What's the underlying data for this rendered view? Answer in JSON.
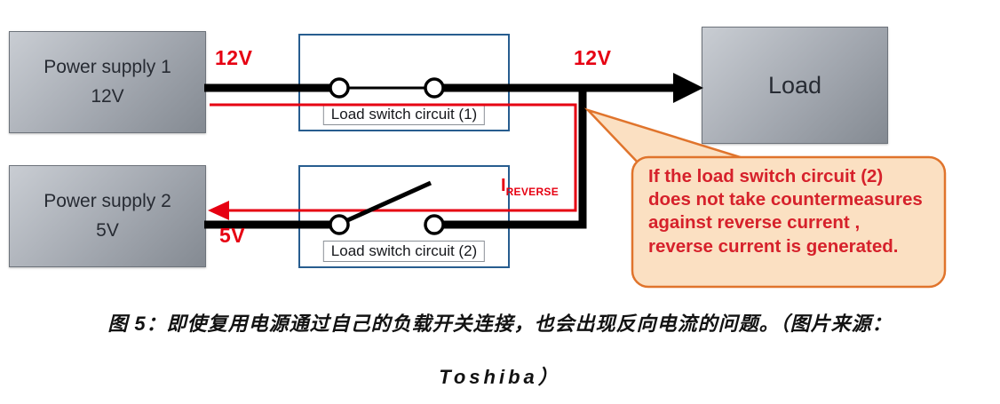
{
  "diagram": {
    "power_supply_1": {
      "name": "Power supply 1",
      "voltage": "12V"
    },
    "power_supply_2": {
      "name": "Power supply 2",
      "voltage": "5V"
    },
    "load": {
      "label": "Load"
    },
    "switch_circuit_1": {
      "label": "Load switch circuit (1)"
    },
    "switch_circuit_2": {
      "label": "Load switch circuit (2)"
    },
    "labels": {
      "v12_source": "12V",
      "v12_bus": "12V",
      "v5_source": "5V",
      "reverse_current_symbol": "I",
      "reverse_current_sub": "REVERSE"
    },
    "callout": {
      "text": "If the load switch circuit (2)\ndoes not take countermeasures\nagainst reverse current ,\nreverse current is generated."
    },
    "colors": {
      "wire_black": "#000000",
      "accent_red": "#e60012",
      "box_border_blue": "#275d8f",
      "callout_fill": "#fbe0c2",
      "callout_border": "#e0742c",
      "callout_text": "#d6212b",
      "device_box_gray": "#a3a8b0"
    }
  },
  "caption": {
    "line1": "图 5：即使复用电源通过自己的负载开关连接，也会出现反向电流的问题。（图片来源：",
    "line2": "Toshiba）"
  }
}
